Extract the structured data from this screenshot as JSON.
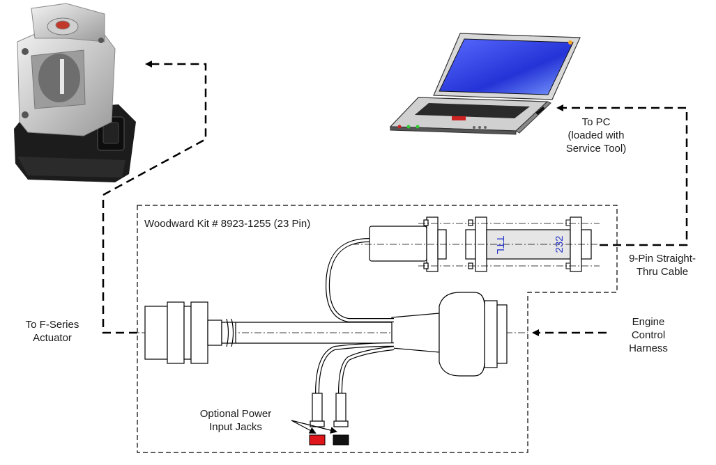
{
  "labels": {
    "kit_title": "Woodward Kit # 8923-1255 (23 Pin)",
    "to_pc": [
      "To PC",
      "(loaded with",
      "Service Tool)"
    ],
    "cable": [
      "9-Pin Straight-",
      "Thru Cable"
    ],
    "actuator": [
      "To F-Series",
      "Actuator"
    ],
    "harness": [
      "Engine",
      "Control",
      "Harness"
    ],
    "power_jacks": [
      "Optional Power",
      "Input Jacks"
    ],
    "converter_ttl": "TTL",
    "converter_232": "232"
  },
  "colors": {
    "laptop_screen": "#2433d6",
    "converter_text": "#2a36c8",
    "jack_red": "#e0161b",
    "jack_black": "#111111",
    "led_green": "#33cc33",
    "led_red": "#cc2222",
    "actuator_body": "#d9d9d9",
    "actuator_base": "#1c1c1c"
  },
  "icons": {
    "actuator": "actuator-photo-icon",
    "laptop": "laptop-icon",
    "connector_main": "23-pin-connector-icon",
    "converter": "ttl-rs232-converter-icon"
  }
}
